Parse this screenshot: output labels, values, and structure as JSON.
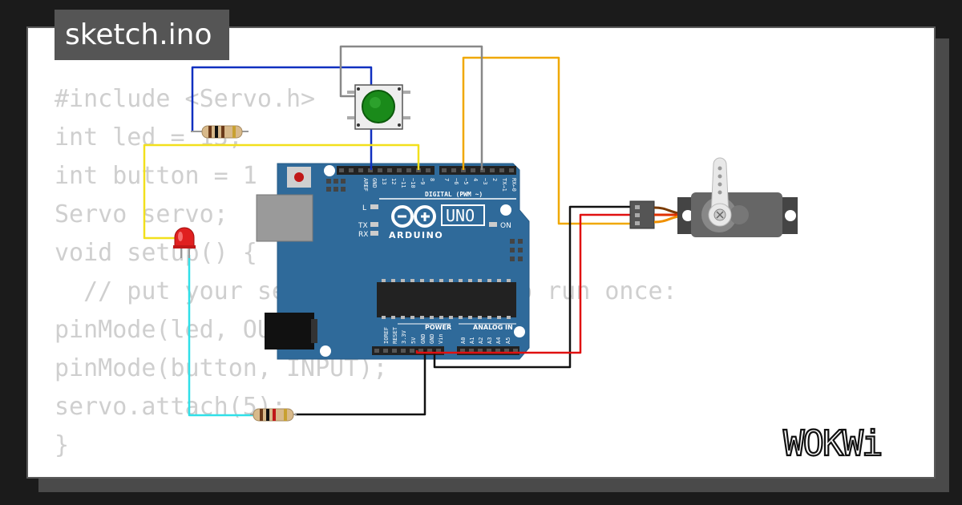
{
  "file_tab": {
    "label": "sketch.ino"
  },
  "code_lines": [
    "#include <Servo.h>",
    "int led = 13;",
    "int button = 1",
    "Servo servo;",
    "void setup() {",
    "  // put your setup code here, to run once:",
    "pinMode(led, OUTPUT);",
    "pinMode(button, INPUT);",
    "servo.attach(5);",
    "}"
  ],
  "board": {
    "digital_label": "DIGITAL (PWM ~)",
    "analog_label": "ANALOG IN",
    "power_label": "POWER",
    "brand": "ARDUINO",
    "model": "UNO",
    "on_label": "ON",
    "l_label": "L",
    "tx_label": "TX",
    "rx_label": "RX",
    "digital_pins": [
      "AREF",
      "GND",
      "13",
      "12",
      "~11",
      "~10",
      "~9",
      "8",
      "7",
      "~6",
      "~5",
      "4",
      "~3",
      "2",
      "TX→1",
      "RX←0"
    ],
    "power_pins": [
      "IOREF",
      "RESET",
      "3.3V",
      "5V",
      "GND",
      "GND",
      "Vin"
    ],
    "analog_pins": [
      "A0",
      "A1",
      "A2",
      "A3",
      "A4",
      "A5"
    ]
  },
  "brand_logo": {
    "text": "WOKWi"
  },
  "colors": {
    "board": "#2f6a9a",
    "wire_blue": "#1030c0",
    "wire_yellow": "#f2e01c",
    "wire_orange": "#f0a800",
    "wire_gray": "#888888",
    "wire_cyan": "#30e0e8",
    "wire_black": "#111111",
    "wire_red": "#e01010",
    "button_cap": "#1a8a1a",
    "led": "#e02020"
  }
}
